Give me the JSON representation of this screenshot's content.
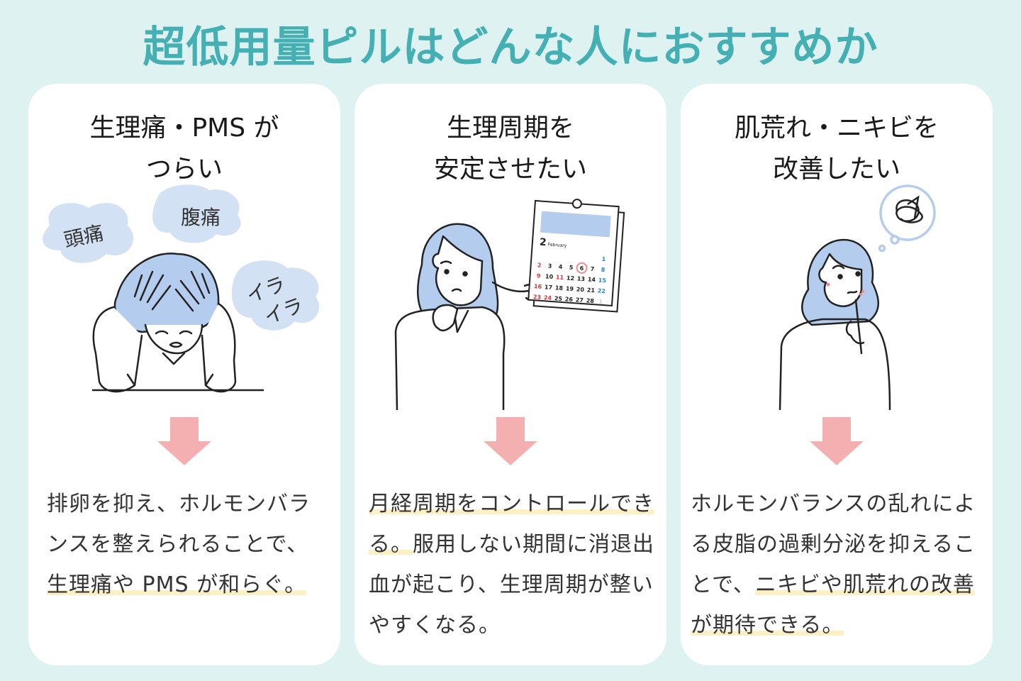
{
  "title": "超低用量ピルはどんな人におすすめか",
  "colors": {
    "background": "#dff2f2",
    "title": "#45b0b4",
    "card": "#ffffff",
    "arrow": "#f4b0b0",
    "highlight": "#fdf0c4",
    "hair": "#b4cdee",
    "bubble": "#d2e1f4"
  },
  "cards": [
    {
      "heading_lines": [
        "生理痛・PMS が",
        "つらい"
      ],
      "illustration": {
        "type": "woman-holding-head",
        "bubbles": [
          "頭痛",
          "腹痛",
          "イラ\nイラ"
        ],
        "bubble_labels": {
          "a": "頭痛",
          "b": "腹痛",
          "c1": "イラ",
          "c2": "イラ"
        }
      },
      "arrow_icon": "down-arrow",
      "description": {
        "before": "排卵を抑え、ホルモンバランスを整えられることで、",
        "highlight": "生理痛や PMS が和らぐ。",
        "after": ""
      }
    },
    {
      "heading_lines": [
        "生理周期を",
        "安定させたい"
      ],
      "illustration": {
        "type": "woman-thinking-with-calendar",
        "calendar": {
          "month_number": "2",
          "month_name": "February",
          "rows": [
            [
              "",
              "",
              "",
              "",
              "",
              "",
              "1"
            ],
            [
              "2",
              "3",
              "4",
              "5",
              "6",
              "7",
              "8"
            ],
            [
              "9",
              "10",
              "11",
              "12",
              "13",
              "14",
              "15"
            ],
            [
              "16",
              "17",
              "18",
              "19",
              "20",
              "21",
              "22"
            ],
            [
              "23",
              "24",
              "25",
              "26",
              "27",
              "28",
              "1"
            ]
          ],
          "circled_day": "6"
        }
      },
      "arrow_icon": "down-arrow",
      "description": {
        "before": "",
        "highlight": "月経周期をコントロールできる。",
        "after": "服用しない期間に消退出血が起こり、生理周期が整いやすくなる。"
      }
    },
    {
      "heading_lines": [
        "肌荒れ・ニキビを",
        "改善したい"
      ],
      "illustration": {
        "type": "woman-worried-with-thought-bubble"
      },
      "arrow_icon": "down-arrow",
      "description": {
        "before": "ホルモンバランスの乱れによる皮脂の過剰分泌を抑えることで、",
        "highlight": "ニキビや肌荒れの改善が期待できる。",
        "after": ""
      }
    }
  ]
}
